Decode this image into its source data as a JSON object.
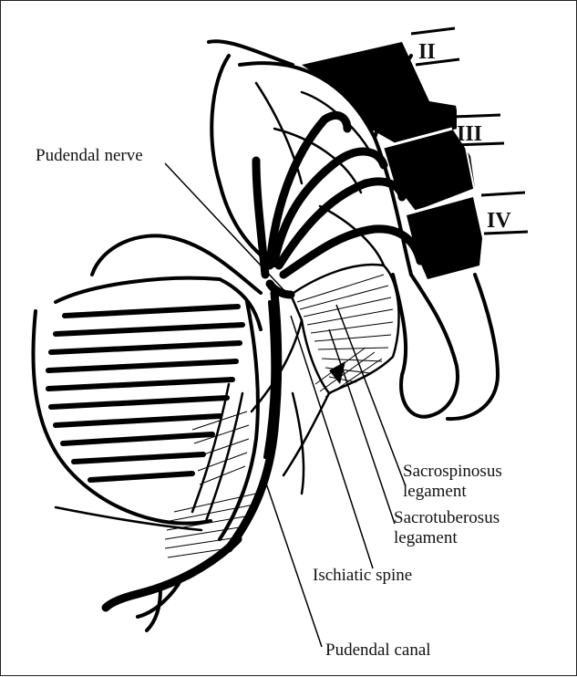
{
  "labels": {
    "pudendal_nerve": "Pudendal nerve",
    "sacrospinosus_1": "Sacrospinosus",
    "sacrospinosus_2": "legament",
    "sacrotuberosus_1": "Sacrotuberosus",
    "sacrotuberosus_2": "legament",
    "ischiatic_spine": "Ischiatic spine",
    "pudendal_canal": "Pudendal canal"
  },
  "vertebrae": {
    "ii": "II",
    "iii": "III",
    "iv": "IV"
  }
}
